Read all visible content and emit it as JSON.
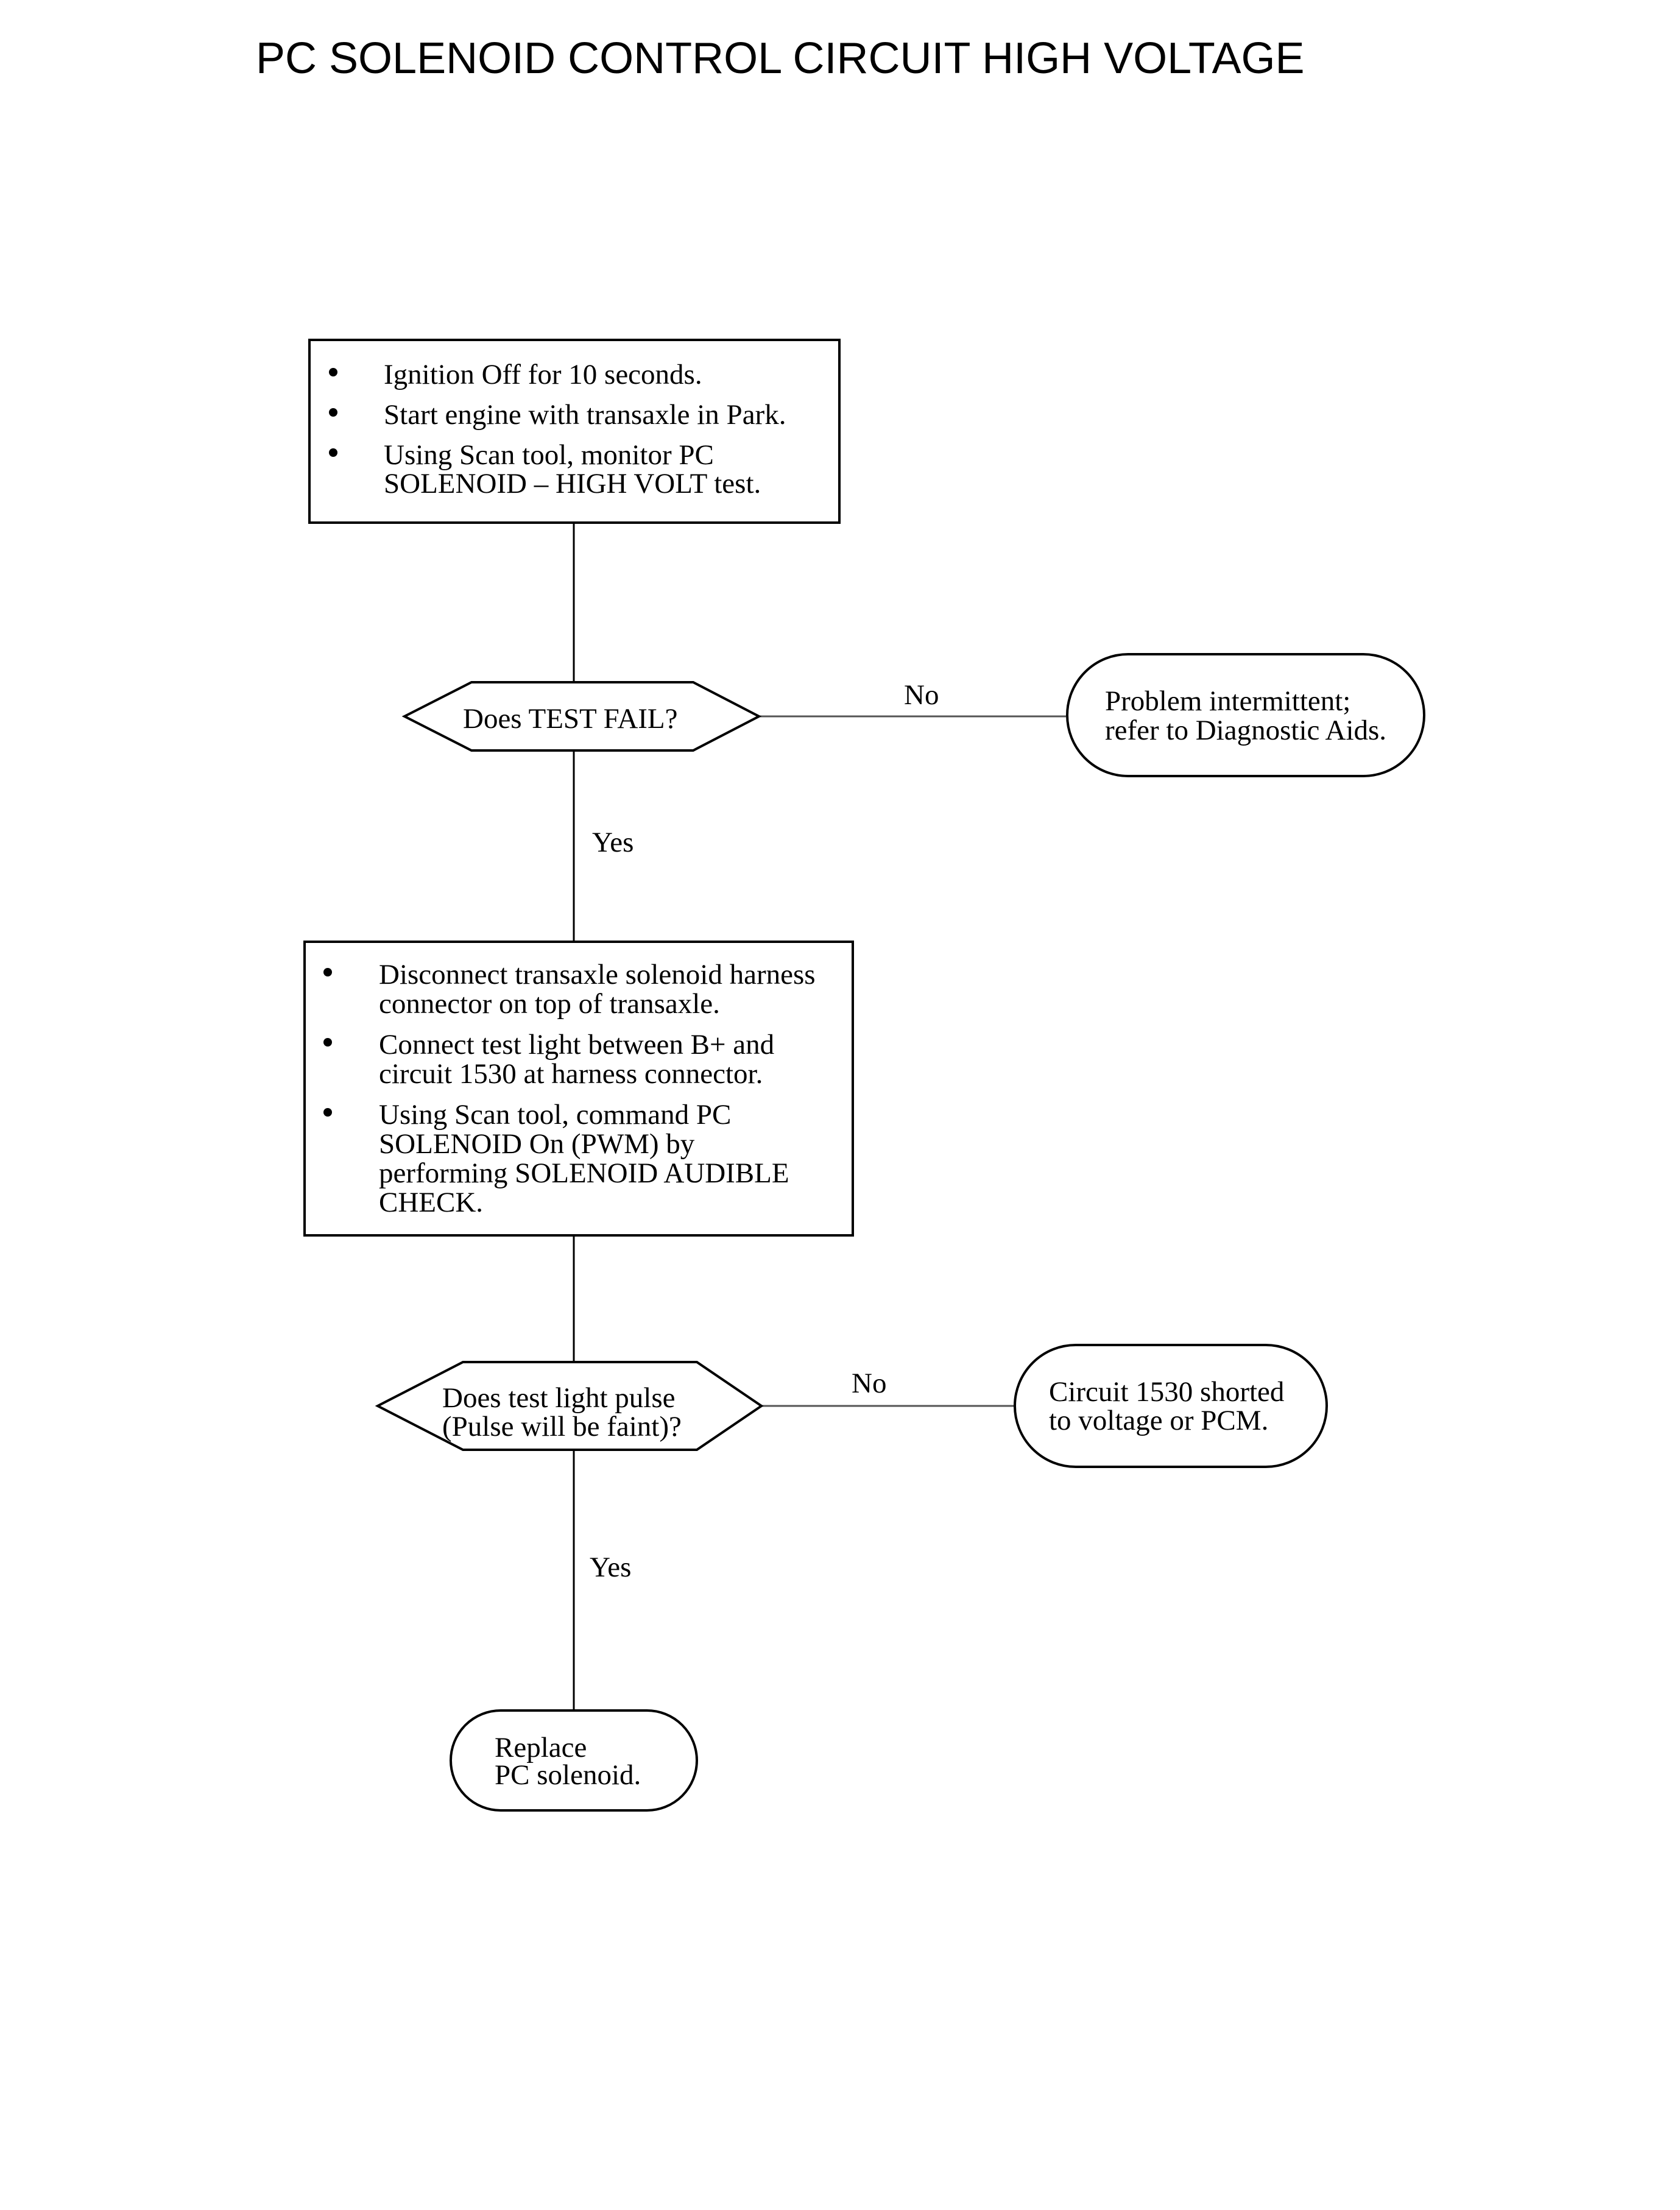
{
  "title": "PC SOLENOID CONTROL CIRCUIT HIGH VOLTAGE",
  "step1": {
    "items": [
      [
        "Ignition Off for 10 seconds."
      ],
      [
        "Start engine with transaxle in Park."
      ],
      [
        "Using Scan tool, monitor PC",
        "SOLENOID – HIGH VOLT test."
      ]
    ]
  },
  "decision1": {
    "question": "Does TEST FAIL?",
    "no_label": "No",
    "yes_label": "Yes"
  },
  "result_no1": {
    "lines": [
      "Problem intermittent;",
      "refer to Diagnostic Aids."
    ]
  },
  "step2": {
    "items": [
      [
        "Disconnect transaxle solenoid harness",
        "connector on top of transaxle."
      ],
      [
        "Connect test light between B+ and",
        "circuit 1530 at harness connector."
      ],
      [
        "Using Scan tool, command PC",
        "SOLENOID On (PWM) by",
        "performing SOLENOID AUDIBLE",
        "CHECK."
      ]
    ]
  },
  "decision2": {
    "lines": [
      "Does test light pulse",
      "(Pulse will be faint)?"
    ],
    "no_label": "No",
    "yes_label": "Yes"
  },
  "result_no2": {
    "lines": [
      "Circuit 1530 shorted",
      "to voltage or PCM."
    ]
  },
  "result_yes2": {
    "lines": [
      "Replace",
      "PC solenoid."
    ]
  }
}
